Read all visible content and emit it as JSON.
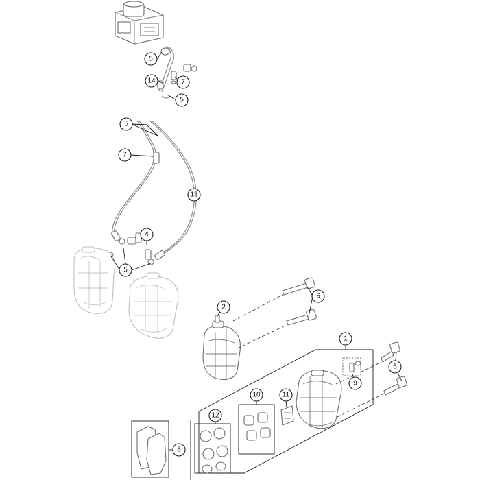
{
  "callouts": [
    {
      "id": "c-top-5",
      "label": "5"
    },
    {
      "id": "c-top-7",
      "label": "7"
    },
    {
      "id": "c-top-14",
      "label": "14"
    },
    {
      "id": "c-top-5b",
      "label": "5"
    },
    {
      "id": "c-hose-5",
      "label": "5"
    },
    {
      "id": "c-hose-7",
      "label": "7"
    },
    {
      "id": "c-13",
      "label": "13"
    },
    {
      "id": "c-4",
      "label": "4"
    },
    {
      "id": "c-mid-5",
      "label": "5"
    },
    {
      "id": "c-6a",
      "label": "6"
    },
    {
      "id": "c-2",
      "label": "2"
    },
    {
      "id": "c-1",
      "label": "1"
    },
    {
      "id": "c-6b",
      "label": "6"
    },
    {
      "id": "c-9",
      "label": "9"
    },
    {
      "id": "c-10",
      "label": "10"
    },
    {
      "id": "c-11",
      "label": "11"
    },
    {
      "id": "c-12",
      "label": "12"
    },
    {
      "id": "c-8",
      "label": "8"
    }
  ]
}
